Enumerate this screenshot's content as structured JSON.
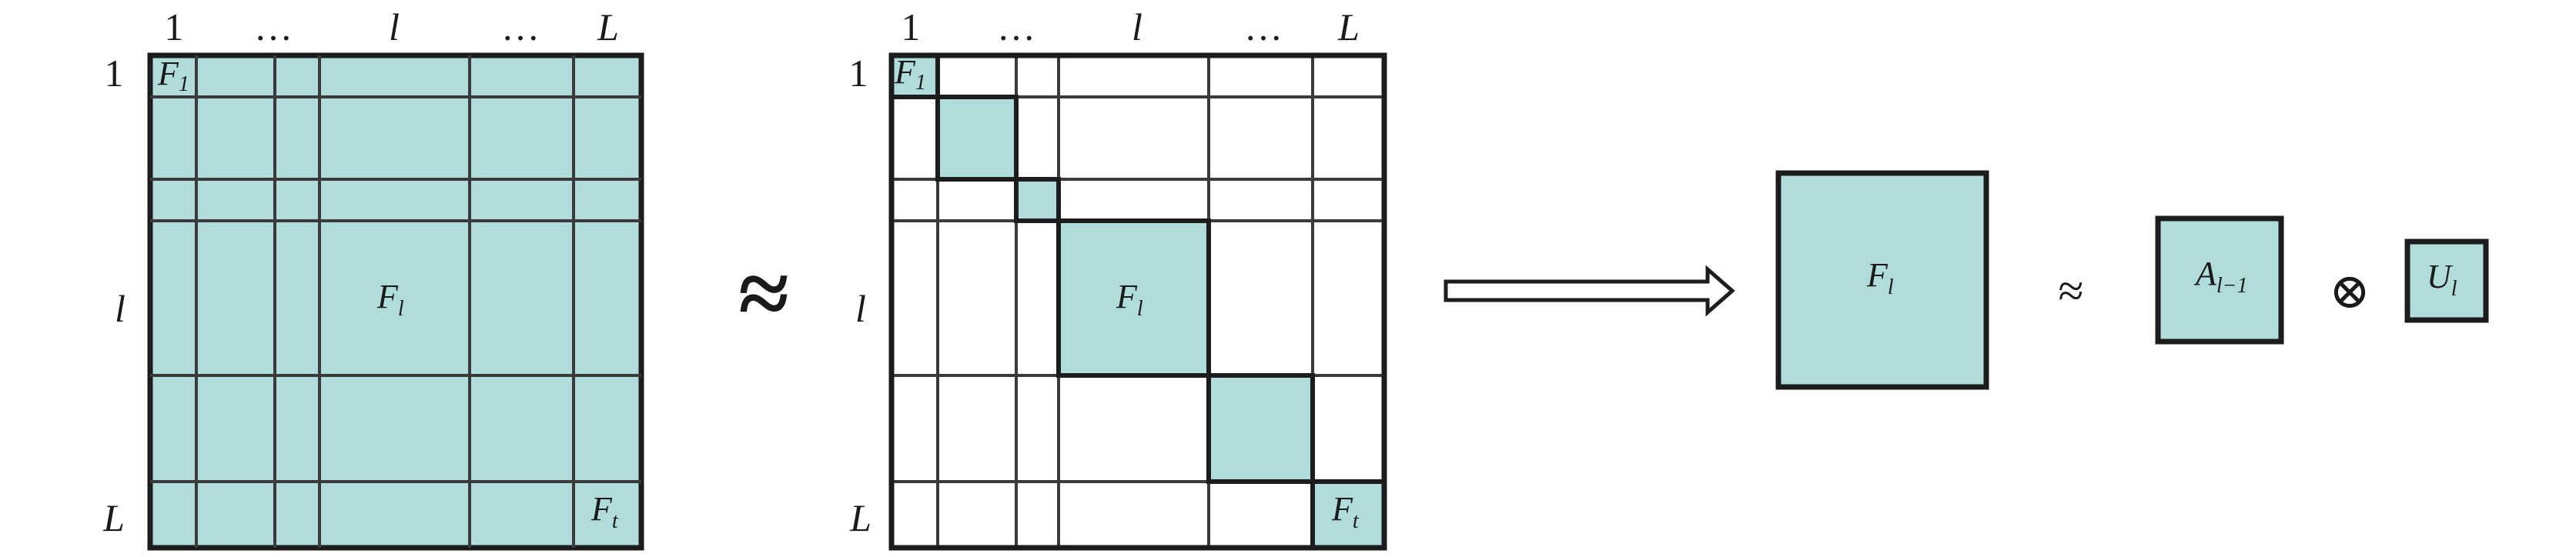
{
  "colors": {
    "fill": "#b0dcdb",
    "stroke": "#1c1c1c",
    "grid": "#3a3a3a",
    "background": "#ffffff"
  },
  "headers": {
    "col_1": "1",
    "col_dots_left": "…",
    "col_l": "l",
    "col_dots_right": "…",
    "col_L": "L",
    "row_1": "1",
    "row_l": "l",
    "row_L": "L"
  },
  "matrix_full": {
    "cell_top_left": {
      "base": "F",
      "sub": "1"
    },
    "cell_center": {
      "base": "F",
      "sub": "l"
    },
    "cell_bottom_right": {
      "base": "F",
      "sub": "t"
    }
  },
  "matrix_block_diagonal": {
    "cell_top_left": {
      "base": "F",
      "sub": "1"
    },
    "cell_center": {
      "base": "F",
      "sub": "l"
    },
    "cell_bottom_right": {
      "base": "F",
      "sub": "t"
    }
  },
  "operators": {
    "approx_big": "≈",
    "approx_small": "≈",
    "kron": "⊗"
  },
  "factorization": {
    "f_block": {
      "base": "F",
      "sub": "l"
    },
    "a_block": {
      "base": "A",
      "sub": "l−1"
    },
    "u_block": {
      "base": "U",
      "sub": "l"
    }
  }
}
